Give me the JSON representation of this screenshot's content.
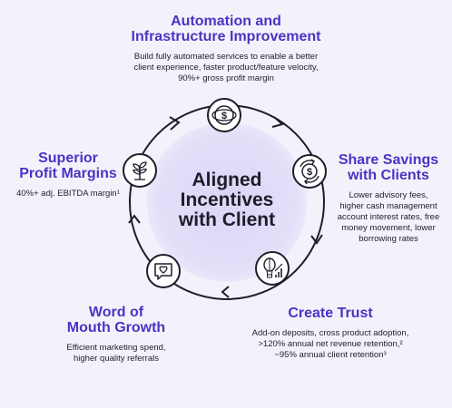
{
  "center": {
    "lines": [
      "Aligned",
      "Incentives",
      "with Client"
    ]
  },
  "pillars": {
    "automation": {
      "title_lines": [
        "Automation and",
        "Infrastructure Improvement"
      ],
      "desc_lines": [
        "Build fully automated services to enable a better",
        "client experience, faster product/feature velocity,",
        "90%+ gross profit margin"
      ],
      "icon": "dollar-bill-icon"
    },
    "share_savings": {
      "title_lines": [
        "Share Savings",
        "with Clients"
      ],
      "desc_lines": [
        "Lower advisory fees,",
        "higher cash management",
        "account interest rates, free",
        "money movement, lower",
        "borrowing rates"
      ],
      "icon": "dollar-coin-arrows-icon"
    },
    "create_trust": {
      "title_lines": [
        "Create Trust"
      ],
      "desc_lines": [
        "Add-on deposits, cross product adoption,",
        ">120% annual net revenue retention,²",
        "~95% annual client retention³"
      ],
      "icon": "hot-air-balloon-chart-icon"
    },
    "word_of_mouth": {
      "title_lines": [
        "Word of",
        "Mouth Growth"
      ],
      "desc_lines": [
        "Efficient marketing spend,",
        "higher quality referrals"
      ],
      "icon": "heart-speech-bubble-icon"
    },
    "profit_margins": {
      "title_lines": [
        "Superior",
        "Profit Margins"
      ],
      "desc_lines": [
        "40%+ adj. EBITDA margin¹"
      ],
      "icon": "plant-sprout-icon"
    }
  },
  "colors": {
    "accent": "#4a34c4",
    "text": "#1f1d2b",
    "halo": "#dedcf7",
    "background": "#f3f2fb"
  }
}
